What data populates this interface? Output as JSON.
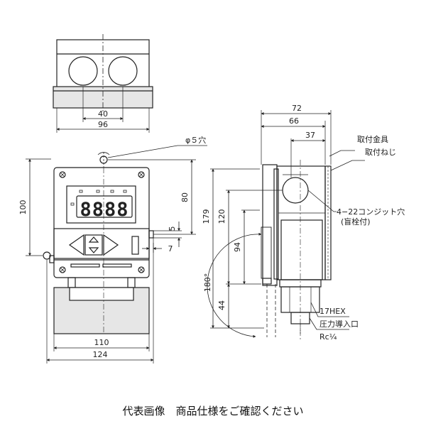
{
  "top_view": {
    "dim_inner": "40",
    "dim_outer": "96"
  },
  "front_view": {
    "display_digits": "8888",
    "dim_width": "110",
    "dim_total_width": "124",
    "dim_height": "100",
    "dim_display_height": "80",
    "dim_small_5": "5",
    "dim_small_7": "7",
    "hole_label": "φ５穴"
  },
  "side_view": {
    "dim_72": "72",
    "dim_66": "66",
    "dim_37": "37",
    "dim_179": "179",
    "dim_120": "120",
    "dim_94": "94",
    "dim_44": "44",
    "angle": "180°",
    "label_bracket": "取付金具",
    "label_screw": "取付ねじ",
    "label_conduit_1": "4−22コンジット穴",
    "label_conduit_2": "(盲栓付)",
    "label_hex": "17HEX",
    "label_inlet": "圧力導入口",
    "label_rc": "Rc¼"
  },
  "caption": "代表画像　商品仕様をご確認ください"
}
